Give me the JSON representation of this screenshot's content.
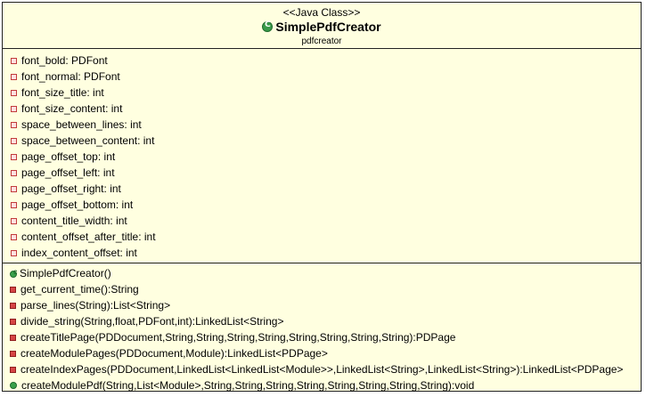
{
  "header": {
    "stereotype": "<<Java Class>>",
    "class_name": "SimplePdfCreator",
    "package": "pdfcreator"
  },
  "attributes": [
    "font_bold: PDFont",
    "font_normal: PDFont",
    "font_size_title: int",
    "font_size_content: int",
    "space_between_lines: int",
    "space_between_content: int",
    "page_offset_top: int",
    "page_offset_left: int",
    "page_offset_right: int",
    "page_offset_bottom: int",
    "content_title_width: int",
    "content_offset_after_title: int",
    "index_content_offset: int"
  ],
  "methods": [
    {
      "text": "SimplePdfCreator()",
      "kind": "constructor"
    },
    {
      "text": "get_current_time():String",
      "kind": "private"
    },
    {
      "text": "parse_lines(String):List<String>",
      "kind": "private"
    },
    {
      "text": "divide_string(String,float,PDFont,int):LinkedList<String>",
      "kind": "private"
    },
    {
      "text": "createTitlePage(PDDocument,String,String,String,String,String,String,String,String):PDPage",
      "kind": "private"
    },
    {
      "text": "createModulePages(PDDocument,Module):LinkedList<PDPage>",
      "kind": "private"
    },
    {
      "text": "createIndexPages(PDDocument,LinkedList<LinkedList<Module>>,LinkedList<String>,LinkedList<String>):LinkedList<PDPage>",
      "kind": "private"
    },
    {
      "text": "createModulePdf(String,List<Module>,String,String,String,String,String,String,String,String):void",
      "kind": "public"
    }
  ]
}
